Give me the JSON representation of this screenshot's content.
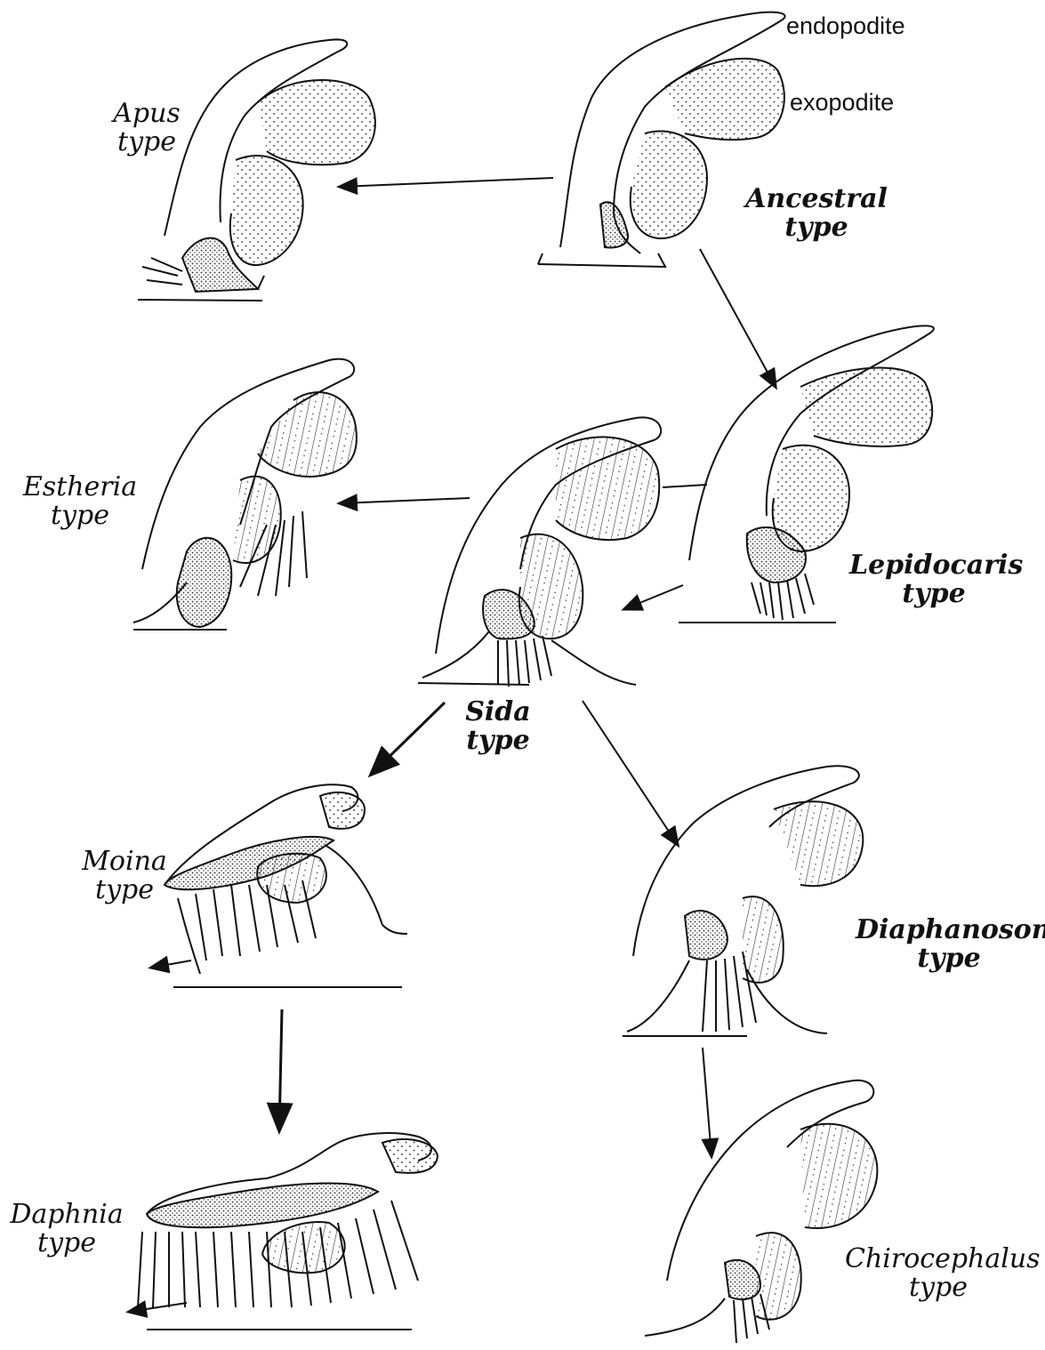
{
  "parts": {
    "endopodite": "endopodite",
    "exopodite": "exopodite"
  },
  "types": {
    "apus": {
      "name": "Apus",
      "word": "type"
    },
    "ancestral": {
      "name": "Ancestral",
      "word": "type"
    },
    "estheria": {
      "name": "Estheria",
      "word": "type"
    },
    "lepidocaris": {
      "name": "Lepidocaris",
      "word": "type"
    },
    "sida": {
      "name": "Sida",
      "word": "type"
    },
    "moina": {
      "name": "Moina",
      "word": "type"
    },
    "diaphanosoma": {
      "name": "Diaphanosoma",
      "word": "type"
    },
    "daphnia": {
      "name": "Daphnia",
      "word": "type"
    },
    "chirocephalus": {
      "name": "Chirocephalus",
      "word": "type"
    }
  },
  "colors": {
    "ink": "#111111",
    "background": "#ffffff"
  }
}
